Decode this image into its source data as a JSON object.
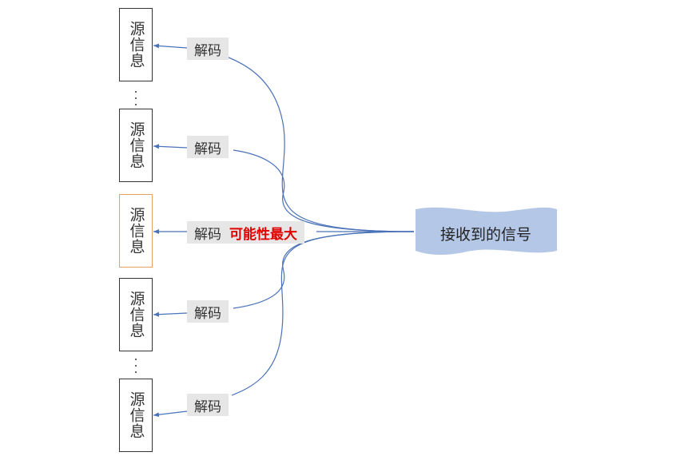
{
  "colors": {
    "line": "#4a72b8",
    "signal_fill": "#b4c7e7",
    "highlight_text": "#e00000",
    "best_box_border": "#e8a060",
    "decode_bg": "#e6e6e6"
  },
  "sources": [
    {
      "label": "源信息",
      "decode": "解码",
      "note": ""
    },
    {
      "label": "源信息",
      "decode": "解码",
      "note": ""
    },
    {
      "label": "源信息",
      "decode": "解码",
      "note": "可能性最大"
    },
    {
      "label": "源信息",
      "decode": "解码",
      "note": ""
    },
    {
      "label": "源信息",
      "decode": "解码",
      "note": ""
    }
  ],
  "signal": {
    "label": "接收到的信号"
  }
}
